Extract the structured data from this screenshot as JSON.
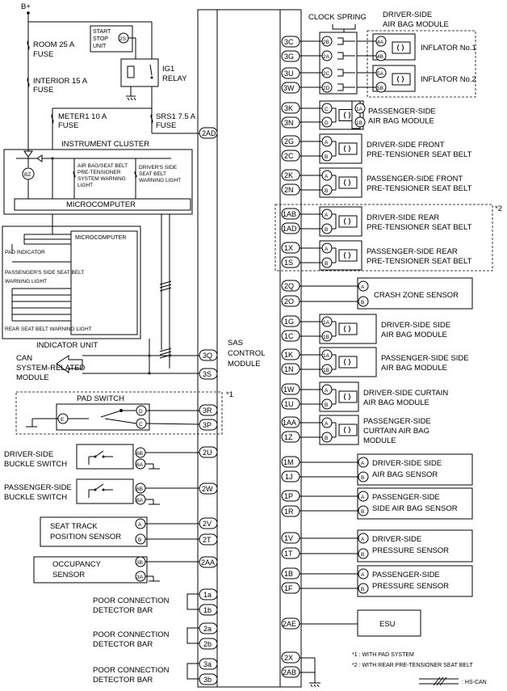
{
  "power": {
    "label": "B+"
  },
  "fuses": {
    "room": [
      "ROOM 25 A",
      "FUSE"
    ],
    "interior": [
      "INTERIOR 15 A",
      "FUSE"
    ],
    "meter": [
      "METER1 10 A",
      "FUSE"
    ],
    "srs": [
      "SRS1 7.5 A",
      "FUSE"
    ]
  },
  "start_stop": [
    "START",
    "STOP",
    "UNIT"
  ],
  "ig1_relay": [
    "IG1",
    "RELAY"
  ],
  "instrument_cluster": {
    "title": "INSTRUMENT CLUSTER",
    "airbag_light": [
      "AIR BAG/SEAT BELT",
      "PRE-TENSIONER",
      "SYSTEM WARNING",
      "LIGHT"
    ],
    "driver_belt_light": [
      "DRIVER'S SIDE",
      "SEAT BELT",
      "WARNING LIGHT"
    ],
    "micro": "MICROCOMPUTER"
  },
  "indicator_unit": {
    "title": "INDICATOR UNIT",
    "micro": "MICROCOMPUTER",
    "pad_indicator": "PAD INDICATOR",
    "pass_belt": [
      "PASSENGER'S SIDE SEAT BELT",
      "WARNING LIGHT"
    ],
    "rear_belt": "REAR SEAT BELT WARNING LIGHT"
  },
  "can_module": [
    "CAN",
    "SYSTEM-RELATED",
    "MODULE"
  ],
  "pad_switch": "PAD SWITCH",
  "driver_buckle": [
    "DRIVER-SIDE",
    "BUCKLE SWITCH"
  ],
  "passenger_buckle": [
    "PASSENGER-SIDE",
    "BUCKLE SWITCH"
  ],
  "seat_track": [
    "SEAT TRACK",
    "POSITION SENSOR"
  ],
  "occupancy": [
    "OCCUPANCY",
    "SENSOR"
  ],
  "poor_conn": [
    "POOR CONNECTION",
    "DETECTOR BAR"
  ],
  "sas_module": [
    "SAS",
    "CONTROL",
    "MODULE"
  ],
  "left_pins": [
    "2AD",
    "3Q",
    "3S",
    "3R",
    "3P",
    "2U",
    "2W",
    "2V",
    "2T",
    "2AA",
    "1a",
    "1b",
    "2a",
    "2b",
    "3a",
    "3b"
  ],
  "right_pins": [
    "3C",
    "3G",
    "3U",
    "3W",
    "3K",
    "3N",
    "2G",
    "2C",
    "2K",
    "2N",
    "1AB",
    "1AD",
    "1X",
    "1S",
    "2Q",
    "2O",
    "1G",
    "1C",
    "1K",
    "1N",
    "1W",
    "1U",
    "1AA",
    "1Z",
    "1M",
    "1J",
    "1P",
    "1R",
    "1V",
    "1T",
    "1B",
    "1F",
    "2AE",
    "2X",
    "2AB"
  ],
  "clock_spring": "CLOCK SPRING",
  "driver_airbag": [
    "DRIVER-SIDE",
    "AIR BAG MODULE"
  ],
  "inflator1": "INFLATOR No.1",
  "inflator2": "INFLATOR No.2",
  "passenger_airbag": [
    "PASSENGER-SIDE",
    "AIR BAG MODULE"
  ],
  "driver_front_pt": [
    "DRIVER-SIDE FRONT",
    "PRE-TENSIONER SEAT BELT"
  ],
  "passenger_front_pt": [
    "PASSENGER-SIDE FRONT",
    "PRE-TENSIONER SEAT BELT"
  ],
  "driver_rear_pt": [
    "DRIVER-SIDE REAR",
    "PRE-TENSIONER SEAT BELT"
  ],
  "passenger_rear_pt": [
    "PASSENGER-SIDE REAR",
    "PRE-TENSIONER SEAT BELT"
  ],
  "crash_zone": "CRASH ZONE SENSOR",
  "driver_side_airbag": [
    "DRIVER-SIDE SIDE",
    "AIR BAG MODULE"
  ],
  "passenger_side_airbag": [
    "PASSENGER-SIDE SIDE",
    "AIR BAG MODULE"
  ],
  "driver_curtain": [
    "DRIVER-SIDE CURTAIN",
    "AIR BAG MODULE"
  ],
  "passenger_curtain": [
    "PASSENGER-SIDE",
    "CURTAIN AIR BAG",
    "MODULE"
  ],
  "driver_side_sensor": [
    "DRIVER-SIDE SIDE",
    "AIR BAG SENSOR"
  ],
  "passenger_side_sensor": [
    "PASSENGER-SIDE",
    "SIDE AIR BAG SENSOR"
  ],
  "driver_pressure": [
    "DRIVER-SIDE",
    "PRESSURE SENSOR"
  ],
  "passenger_pressure": [
    "PASSENGER-SIDE",
    "PRESSURE SENSOR"
  ],
  "esu": "ESU",
  "notes": [
    "*1 : WITH PAD SYSTEM",
    "*2 : WITH REAR PRE-TENSIONER SEAT BELT"
  ],
  "legend": ": HS-CAN",
  "marks": {
    "star1": "*1",
    "star2": "*2"
  },
  "pins": {
    "A": "A",
    "B": "B",
    "C": "C",
    "D": "D",
    "E": "E",
    "2S": "2S",
    "BZ": "BZ",
    "2B": "2B",
    "2A": "2A",
    "2C": "2C",
    "2D": "2D",
    "4A": "4A",
    "4B": "4B",
    "5A": "5A",
    "5B": "5B",
    "1A": "1A",
    "1B": "1B",
    "6B": "6B",
    "6A": "6A",
    "3B": "3B",
    "3A": "3A"
  }
}
